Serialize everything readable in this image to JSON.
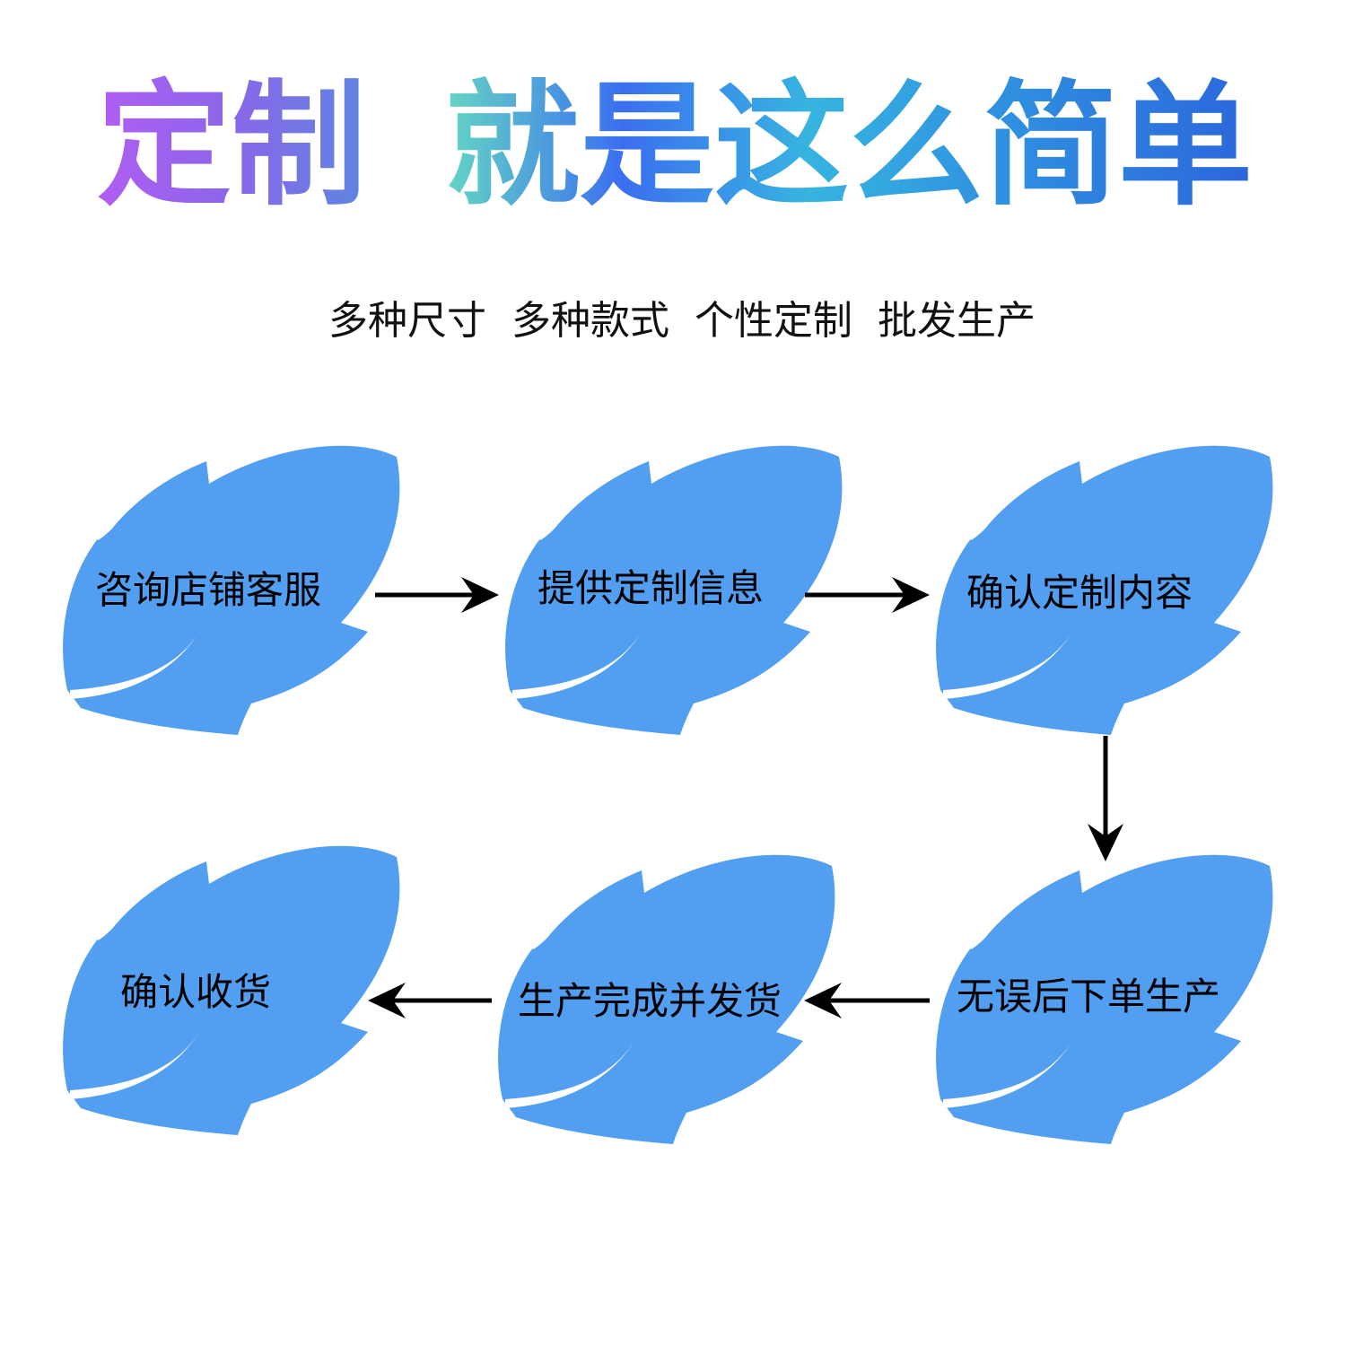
{
  "title": {
    "part1": "定制",
    "part2": "就是这么简单"
  },
  "subtitle": "多种尺寸  多种款式  个性定制  批发生产",
  "steps": [
    {
      "label": "咨询店铺客服"
    },
    {
      "label": "提供定制信息"
    },
    {
      "label": "确认定制内容"
    },
    {
      "label": "无误后下单生产"
    },
    {
      "label": "生产完成并发货"
    },
    {
      "label": "确认收货"
    }
  ],
  "colors": {
    "leaf": "#529ef0",
    "arrow": "#000000",
    "title_part1_gradient": [
      "#a55cf0",
      "#7a66e8",
      "#5c7fe0"
    ],
    "title_part2_gradient": [
      "#5fd3c8",
      "#3a6ee8",
      "#3aa4e0",
      "#2f7fe0",
      "#2f6de0"
    ]
  },
  "icons": {
    "step_shape": "leaf-shape",
    "connector": "arrow"
  }
}
